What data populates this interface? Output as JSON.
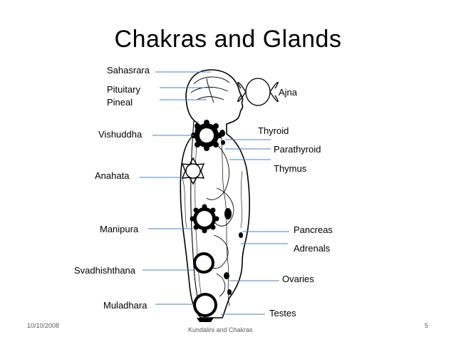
{
  "slide": {
    "title": "Chakras and Glands",
    "footer_date": "10/10/2008",
    "footer_center": "Kundalini and Chakras",
    "footer_page": "5"
  },
  "chakras": {
    "sahasrara": "Sahasrara",
    "ajna": "Ajna",
    "vishuddha": "Vishuddha",
    "anahata": "Anahata",
    "manipura": "Manipura",
    "svadhishthana": "Svadhishthana",
    "muladhara": "Muladhara"
  },
  "glands": {
    "pituitary": "Pituitary",
    "pineal": "Pineal",
    "thyroid": "Thyroid",
    "parathyroid": "Parathyroid",
    "thymus": "Thymus",
    "pancreas": "Pancreas",
    "adrenals": "Adrenals",
    "ovaries": "Ovaries",
    "testes": "Testes"
  },
  "colors": {
    "text": "#000000",
    "leader_line": "#4f81bd",
    "footer_text": "#595959"
  }
}
